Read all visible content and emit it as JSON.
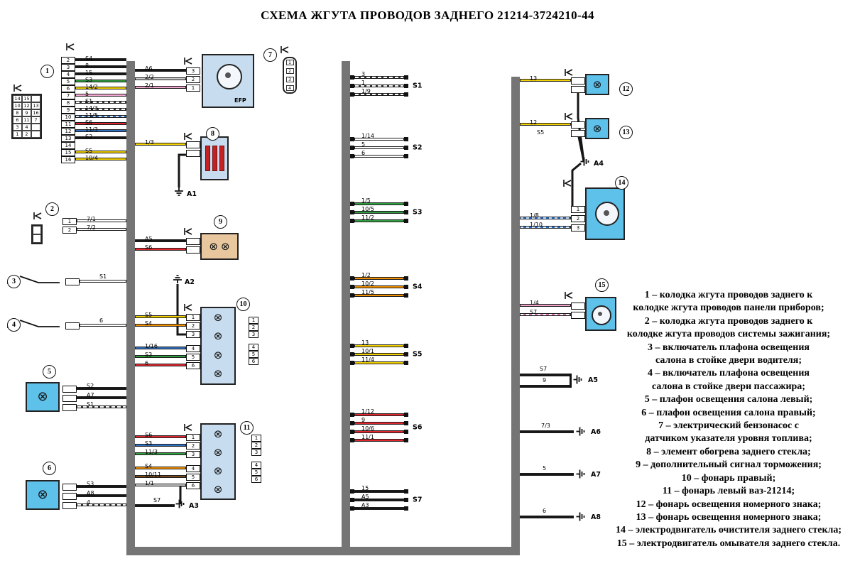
{
  "title": "СХЕМА ЖГУТА ПРОВОДОВ ЗАДНЕГО 21214-3724210-44",
  "palette": {
    "bus_gray": "#757575",
    "black": "#161616",
    "white": "#ffffff",
    "gray": "#c8c8c8",
    "yellow": "#f2d000",
    "green": "#2f9e41",
    "pink": "#f0a6ce",
    "blue": "#2f6fc0",
    "red": "#e02830",
    "orange": "#f08f00",
    "brown": "#7a4a1f",
    "component_blue": "#c7dcee",
    "lamp_blue": "#5ec1ea",
    "tan": "#e8c79e",
    "heater_red": "#c42222"
  },
  "c1": {
    "num": "1",
    "rows": [
      {
        "pin": "2",
        "label": "S4",
        "color": "black"
      },
      {
        "pin": "3",
        "label": "8",
        "color": "black"
      },
      {
        "pin": "4",
        "label": "15",
        "color": "black"
      },
      {
        "pin": "5",
        "label": "S3",
        "color": "green"
      },
      {
        "pin": "6",
        "label": "14/2",
        "color": "yellow"
      },
      {
        "pin": "7",
        "label": "5",
        "color": "pink"
      },
      {
        "pin": "8",
        "label": "S1",
        "color": "whitehatch"
      },
      {
        "pin": "9",
        "label": "14/3",
        "color": "whitehatch"
      },
      {
        "pin": "10",
        "label": "11/5",
        "color": "bluehatch"
      },
      {
        "pin": "11",
        "label": "S6",
        "color": "red"
      },
      {
        "pin": "12",
        "label": "11/3",
        "color": "blue"
      },
      {
        "pin": "13",
        "label": "S2",
        "color": "black"
      },
      {
        "pin": "14",
        "label": "",
        "color": "none"
      },
      {
        "pin": "15",
        "label": "S5",
        "color": "yellow"
      },
      {
        "pin": "16",
        "label": "10/4",
        "color": "yellow"
      }
    ],
    "face_cells": [
      "14",
      "15",
      "",
      "10",
      "12",
      "13",
      "8",
      "9",
      "16",
      "6",
      "11",
      "7",
      "3",
      "4",
      "",
      "1",
      "2",
      ""
    ]
  },
  "c2": {
    "num": "2",
    "rows": [
      {
        "pin": "1",
        "label": "7/1",
        "color": "white"
      },
      {
        "pin": "2",
        "label": "7/2",
        "color": "white"
      }
    ]
  },
  "c3": {
    "num": "3",
    "wires": [
      {
        "label": "S1",
        "color": "white"
      }
    ]
  },
  "c4": {
    "num": "4",
    "wires": [
      {
        "label": "6",
        "color": "white"
      }
    ]
  },
  "c5": {
    "num": "5",
    "rows": [
      {
        "pin": "",
        "label": "S2",
        "color": "black"
      },
      {
        "pin": "",
        "label": "A7",
        "color": "black"
      },
      {
        "pin": "",
        "label": "S1",
        "color": "whitehatch"
      }
    ]
  },
  "c6": {
    "num": "6",
    "rows": [
      {
        "pin": "",
        "label": "S3",
        "color": "black"
      },
      {
        "pin": "",
        "label": "A8",
        "color": "black"
      },
      {
        "pin": "",
        "label": "4",
        "color": "whitehatch"
      }
    ]
  },
  "c7": {
    "num": "7",
    "text": "EFP",
    "aux_pins": [
      "1",
      "2",
      "3",
      "4"
    ],
    "rows": [
      {
        "pin": "3",
        "label": "A6",
        "color": "black"
      },
      {
        "pin": "2",
        "label": "2/2",
        "color": "gray"
      },
      {
        "pin": "1",
        "label": "2/1",
        "color": "pink"
      }
    ]
  },
  "c8": {
    "num": "8",
    "rows": [
      {
        "pin": "",
        "label": "1/3",
        "color": "yellow"
      },
      {
        "pin": "",
        "label": "",
        "color": "none"
      }
    ]
  },
  "c9": {
    "num": "9",
    "rows": [
      {
        "pin": "",
        "label": "A5",
        "color": "black"
      },
      {
        "pin": "",
        "label": "S6",
        "color": "red"
      }
    ]
  },
  "c10": {
    "num": "10",
    "table": [
      "1",
      "2",
      "3",
      "4",
      "5",
      "6"
    ],
    "rows": [
      {
        "pin": "1",
        "label": "S5",
        "color": "yellow"
      },
      {
        "pin": "2",
        "label": "S4",
        "color": "orange"
      },
      {
        "pin": "3",
        "label": "",
        "color": "none"
      },
      {
        "pin": "4",
        "label": "1/16",
        "color": "blue"
      },
      {
        "pin": "5",
        "label": "S3",
        "color": "green"
      },
      {
        "pin": "6",
        "label": "6",
        "color": "red"
      }
    ]
  },
  "c11": {
    "num": "11",
    "table": [
      "1",
      "2",
      "3",
      "4",
      "5",
      "6"
    ],
    "ground_wire": "S7",
    "rows": [
      {
        "pin": "1",
        "label": "S6",
        "color": "red"
      },
      {
        "pin": "2",
        "label": "S3",
        "color": "blue"
      },
      {
        "pin": "3",
        "label": "11/3",
        "color": "green"
      },
      {
        "pin": "4",
        "label": "S4",
        "color": "orange"
      },
      {
        "pin": "5",
        "label": "10/11",
        "color": "brown"
      },
      {
        "pin": "6",
        "label": "1/1",
        "color": "gray"
      }
    ]
  },
  "c12": {
    "num": "12",
    "rows": [
      {
        "pin": "",
        "label": "13",
        "color": "yellow"
      },
      {
        "pin": "",
        "label": "",
        "color": "none"
      }
    ]
  },
  "c13": {
    "num": "13",
    "wire2_label": "S5",
    "rows": [
      {
        "pin": "",
        "label": "12",
        "color": "yellow"
      },
      {
        "pin": "",
        "label": "",
        "color": "none"
      }
    ]
  },
  "c14": {
    "num": "14",
    "rows": [
      {
        "pin": "1",
        "label": "",
        "color": "none"
      },
      {
        "pin": "2",
        "label": "1/8",
        "color": "bluehatch"
      },
      {
        "pin": "3",
        "label": "1/10",
        "color": "bluehatch"
      }
    ]
  },
  "c15": {
    "num": "15",
    "rows": [
      {
        "pin": "",
        "label": "1/4",
        "color": "pink"
      },
      {
        "pin": "",
        "label": "S7",
        "color": "pinkhatch"
      }
    ]
  },
  "splices": [
    {
      "name": "S1",
      "color": "whitehatch",
      "wires": [
        "3",
        "1",
        "1/9"
      ]
    },
    {
      "name": "S2",
      "color": "white",
      "wires": [
        "1/14",
        "5",
        "6"
      ]
    },
    {
      "name": "S3",
      "color": "green",
      "wires": [
        "1/5",
        "10/5",
        "11/2"
      ]
    },
    {
      "name": "S4",
      "color": "orange",
      "wires": [
        "1/2",
        "10/2",
        "11/5"
      ]
    },
    {
      "name": "S5",
      "color": "yellow",
      "wires": [
        "13",
        "10/1",
        "11/4"
      ]
    },
    {
      "name": "S6",
      "color": "red",
      "wires": [
        "1/12",
        "9",
        "10/6",
        "11/1"
      ]
    },
    {
      "name": "S7",
      "color": "black",
      "wires": [
        "15",
        "A5",
        "A3"
      ]
    }
  ],
  "grounds": {
    "a1": "A1",
    "a2": "A2",
    "a3": "A3",
    "a4": "A4",
    "a5": "A5",
    "a6": "A6",
    "a7": "A7",
    "a8": "A8"
  },
  "rgw": {
    "a5": [
      "S7",
      "9"
    ],
    "a6": "7/3",
    "a7": "5",
    "a8": "6"
  },
  "legend": [
    "1 – колодка жгута проводов заднего к",
    "колодке жгута проводов панели приборов;",
    "2 – колодка жгута проводов заднего к",
    "колодке жгута проводов системы зажигания;",
    "3 – включатель плафона освещения",
    "салона в стойке двери водителя;",
    "4 – включатель плафона освещения",
    "салона в стойке двери пассажира;",
    "5 – плафон освещения салона левый;",
    "6 – плафон освещения салона правый;",
    "7 – электрический бензонасос с",
    "датчиком указателя уровня топлива;",
    "8 – элемент обогрева заднего стекла;",
    "9 – дополнительный сигнал торможения;",
    "10 – фонарь правый;",
    "11 – фонарь левый ваз-21214;",
    "12 – фонарь освещения номерного знака;",
    "13 – фонарь освещения номерного знака;",
    "14 – электродвигатель очистителя заднего стекла;",
    "15 – электродвигатель омывателя заднего стекла."
  ]
}
